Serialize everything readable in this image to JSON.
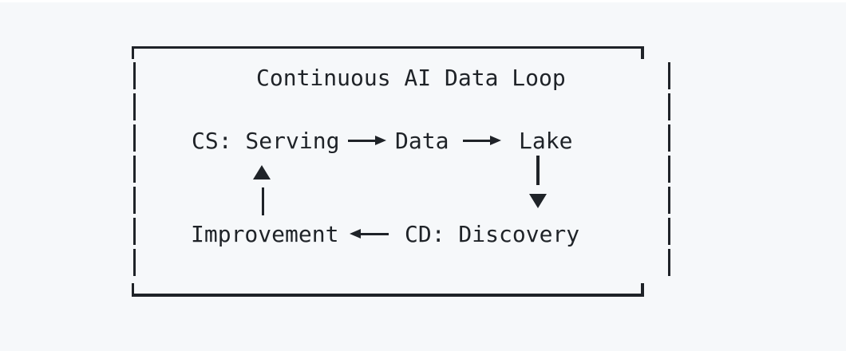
{
  "theme": {
    "bg": "#f6f8fa",
    "ink": "#1f2328",
    "strip": "#ffffff"
  },
  "diagram": {
    "title": "Continuous AI Data Loop",
    "nodes": [
      {
        "id": "serving",
        "label": "CS: Serving"
      },
      {
        "id": "data",
        "label": "Data"
      },
      {
        "id": "lake",
        "label": "Lake"
      },
      {
        "id": "improvement",
        "label": "Improvement"
      },
      {
        "id": "discovery",
        "label": "CD: Discovery"
      }
    ],
    "edges": [
      {
        "from": "serving",
        "to": "data",
        "direction": "right"
      },
      {
        "from": "data",
        "to": "lake",
        "direction": "right"
      },
      {
        "from": "lake",
        "to": "discovery",
        "direction": "down"
      },
      {
        "from": "discovery",
        "to": "improvement",
        "direction": "left"
      },
      {
        "from": "improvement",
        "to": "serving",
        "direction": "up"
      }
    ]
  }
}
